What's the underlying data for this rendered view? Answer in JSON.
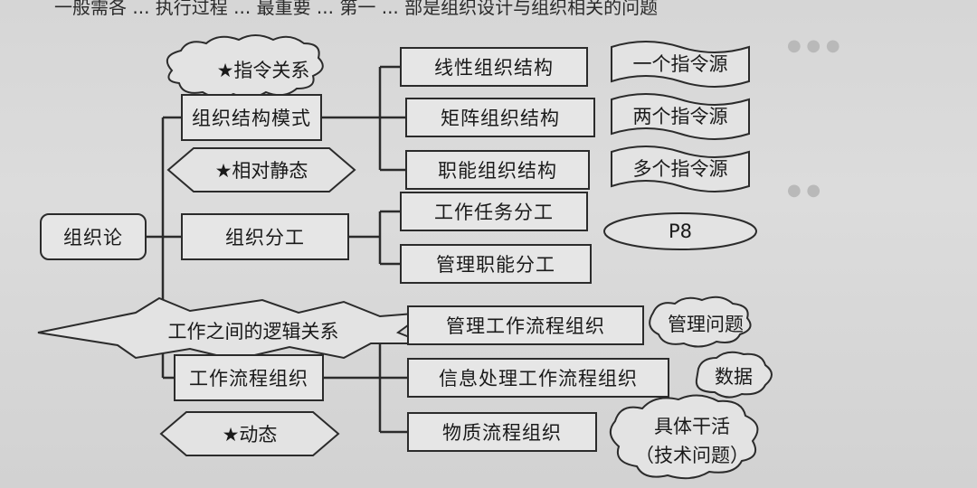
{
  "header_text": "一般需各 ... 执行过程 ... 最重要 ... 第一 ... 部是组织设计与组织相关的问题",
  "root": {
    "label": "组织论"
  },
  "level1": [
    {
      "label": "组织结构模式"
    },
    {
      "label": "组织分工"
    },
    {
      "label": "工作流程组织"
    }
  ],
  "branches": {
    "structure": [
      "线性组织结构",
      "矩阵组织结构",
      "职能组织结构"
    ],
    "division": [
      "工作任务分工",
      "管理职能分工"
    ],
    "workflow": [
      "管理工作流程组织",
      "信息处理工作流程组织",
      "物质流程组织"
    ]
  },
  "notes": {
    "command_sources": [
      "一个指令源",
      "两个指令源",
      "多个指令源"
    ],
    "page_ref": "P8",
    "management_issue": "管理问题",
    "data": "数据",
    "concrete_work_line1": "具体干活",
    "concrete_work_line2": "（技术问题）"
  },
  "callouts": {
    "command_relation": "★指令关系",
    "relatively_static": "★相对静态",
    "logical_relation": "工作之间的逻辑关系",
    "dynamic": "★动态"
  }
}
